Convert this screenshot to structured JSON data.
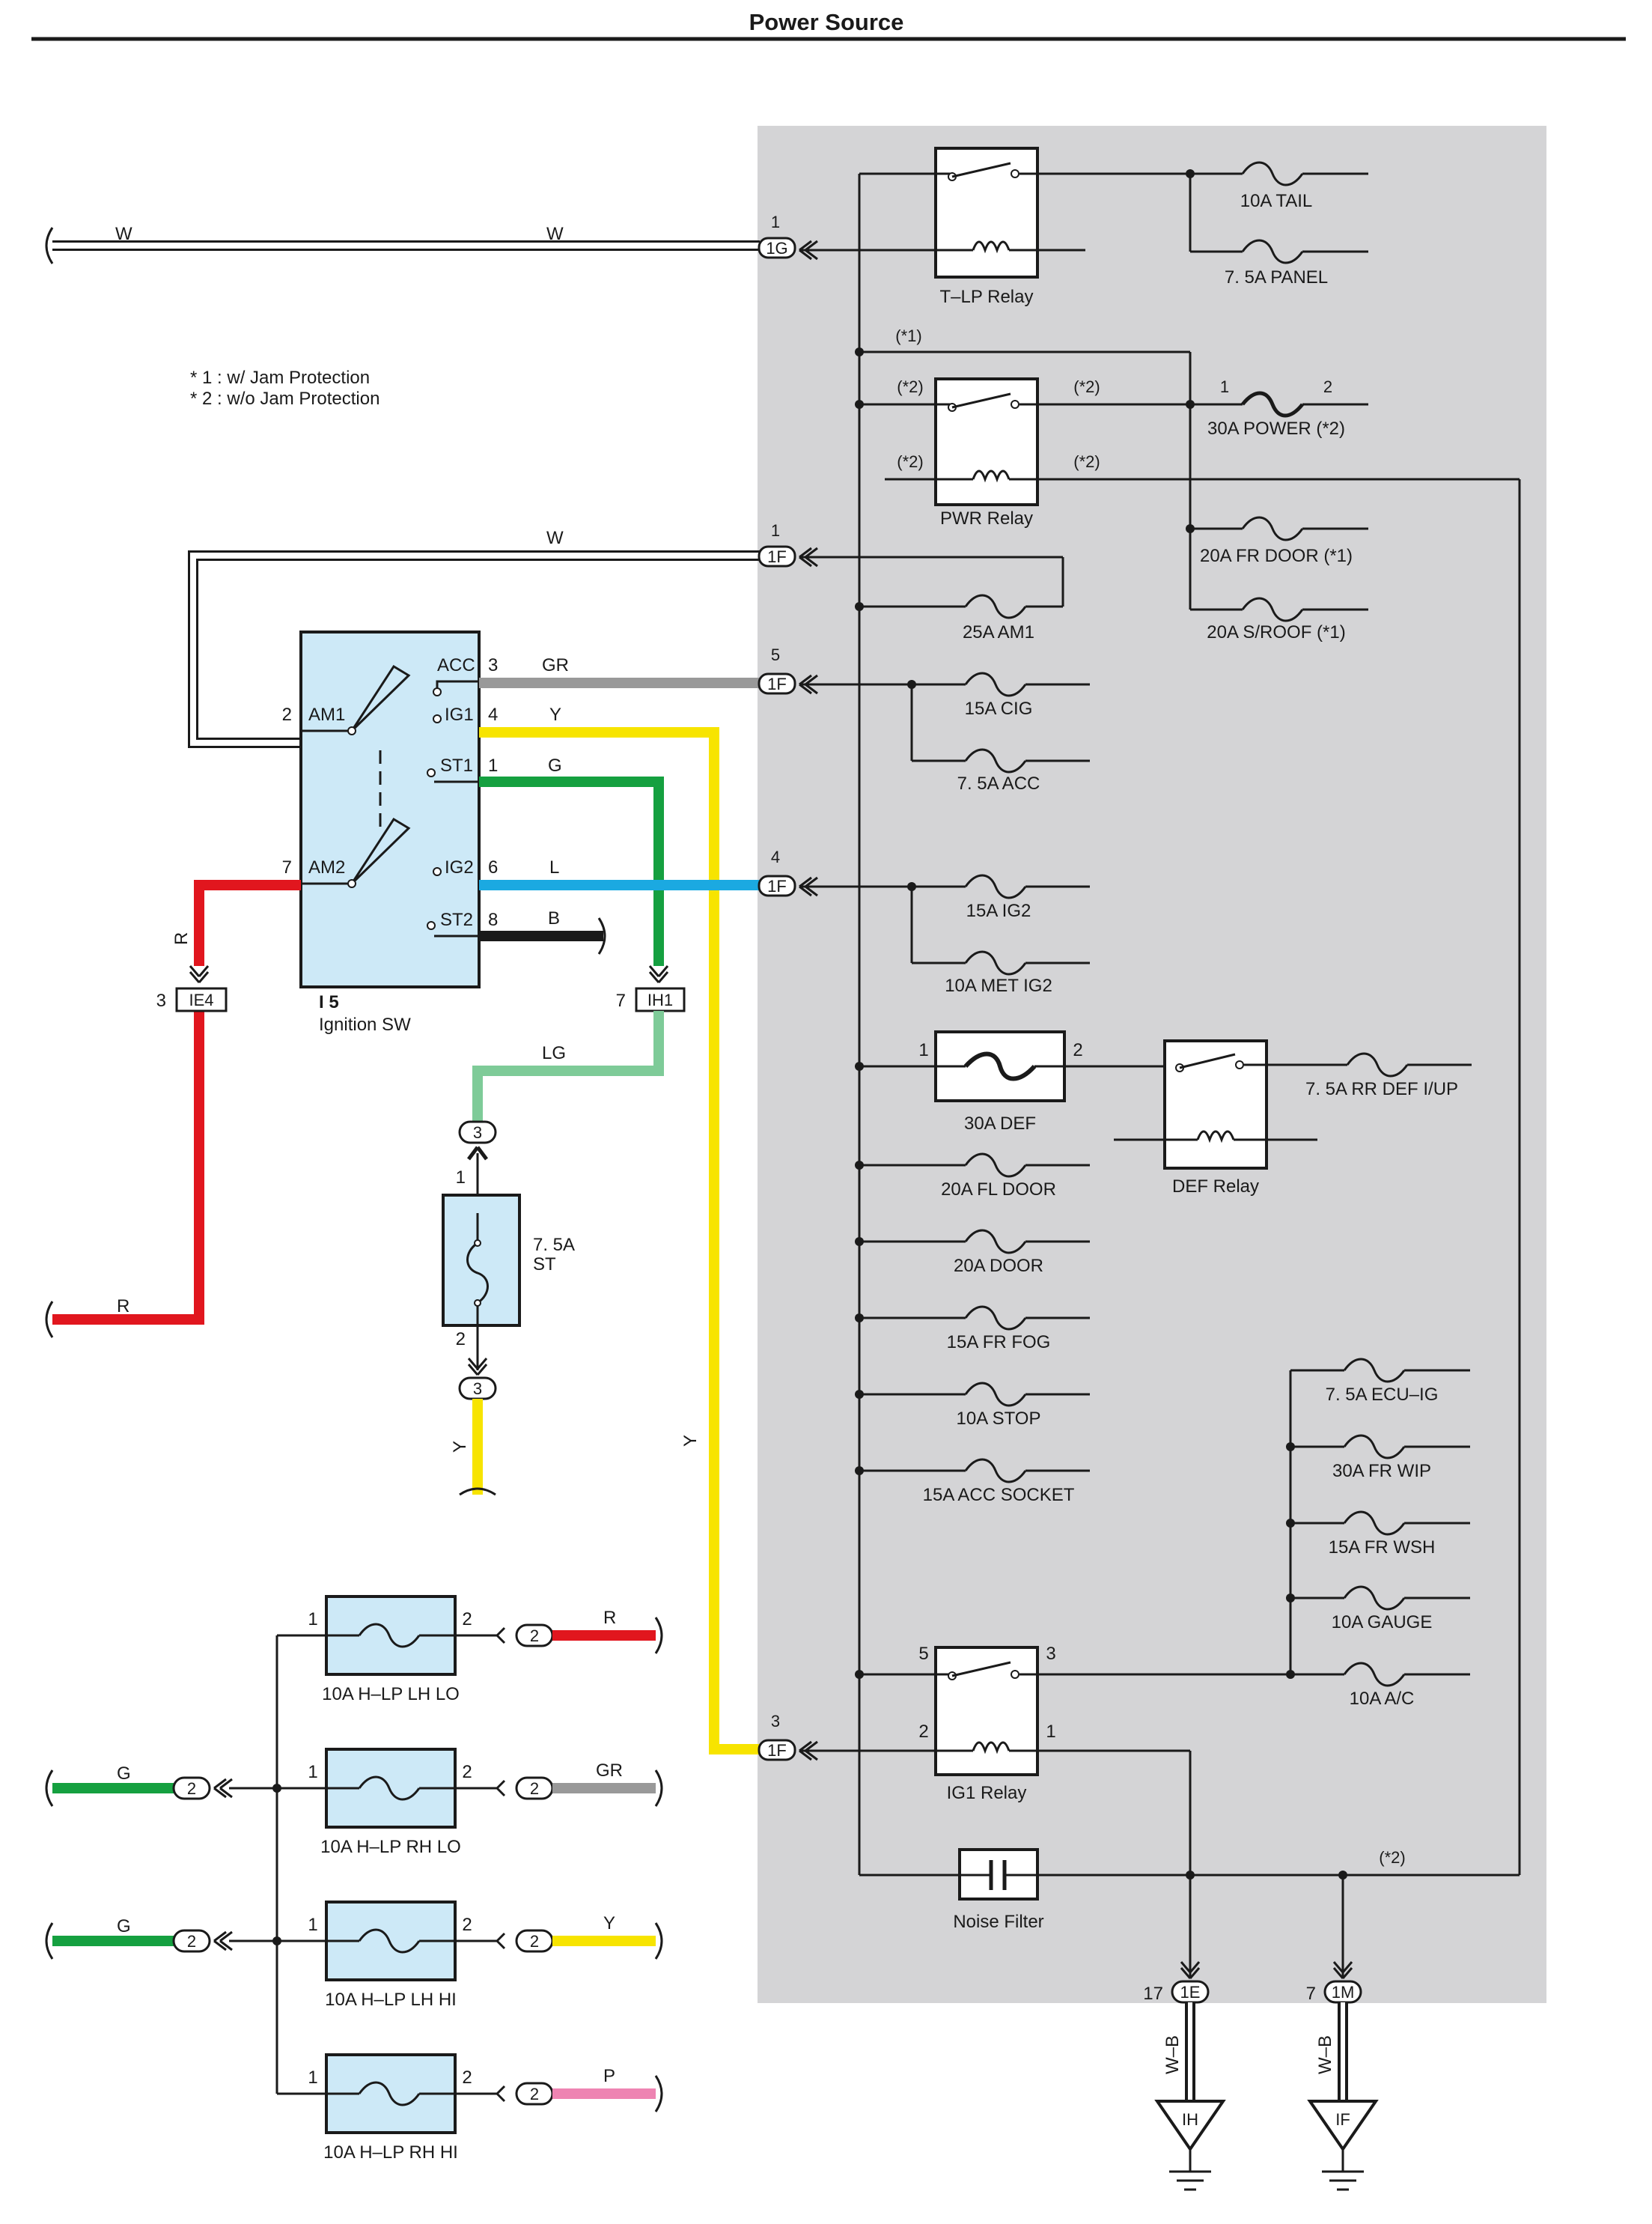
{
  "title": "Power Source",
  "notes": [
    "* 1 : w/ Jam Protection",
    "* 2 : w/o Jam Protection"
  ],
  "colors": {
    "W": "#ffffff",
    "GR": "#999999",
    "Y": "#f7e400",
    "G": "#15a040",
    "L": "#1ba9e1",
    "B": "#1a1a1a",
    "R": "#e1161e",
    "LG": "#7ecb98",
    "P": "#ee84b2",
    "panel": "#d4d4d6",
    "component": "#cde9f7"
  },
  "wire_labels": {
    "w1": "W",
    "w2": "W",
    "w3": "W",
    "gr": "GR",
    "y1": "Y",
    "g1": "G",
    "l1": "L",
    "b1": "B",
    "r1": "R",
    "r2": "R",
    "lg": "LG",
    "y2": "Y",
    "y3": "Y",
    "hl_r": "R",
    "hl_g1": "G",
    "hl_gr": "GR",
    "hl_g2": "G",
    "hl_y": "Y",
    "hl_p": "P",
    "wb1": "W–B",
    "wb2": "W–B"
  },
  "connectors": {
    "c1G": "1G",
    "c1F_1": "1F",
    "c1F_5": "1F",
    "c1F_4": "1F",
    "c1F_3": "1F",
    "c1E": "1E",
    "c1M": "1M",
    "ie4": "IE4",
    "ih1": "IH1",
    "pin3a": "3",
    "pin3b": "3",
    "hl1": "2",
    "hl2": "2",
    "hl3": "2",
    "hl4": "2",
    "hl5": "2",
    "hl6": "2"
  },
  "pins": {
    "c1G": "1",
    "c1F_1": "1",
    "c1F_5": "5",
    "c1F_4": "4",
    "c1F_3": "3",
    "c1E": "17",
    "c1M": "7",
    "ie4": "3",
    "ih1": "7",
    "sw_acc": "3",
    "sw_ig1": "4",
    "sw_st1": "1",
    "sw_ig2": "6",
    "sw_st2": "8",
    "sw_am1": "2",
    "sw_am2": "7",
    "st_top": "1",
    "st_bot": "2",
    "def_1": "1",
    "def_2": "2",
    "pwr_1": "1",
    "pwr_2": "2",
    "ig1_5": "5",
    "ig1_3": "3",
    "ig1_2": "2",
    "ig1_1": "1",
    "lhlo_1": "1",
    "lhlo_2": "2",
    "rhlo_1": "1",
    "rhlo_2": "2",
    "lhhi_1": "1",
    "lhhi_2": "2",
    "rhhi_1": "1",
    "rhhi_2": "2"
  },
  "switch": {
    "id": "I 5",
    "name": "Ignition SW",
    "acc": "ACC",
    "ig1": "IG1",
    "st1": "ST1",
    "ig2": "IG2",
    "st2": "ST2",
    "am1": "AM1",
    "am2": "AM2"
  },
  "st_fuse": {
    "line1": "7. 5A",
    "line2": "ST"
  },
  "relays": {
    "tlp": "T–LP Relay",
    "pwr": "PWR Relay",
    "def": "DEF Relay",
    "ig1": "IG1 Relay",
    "noise": "Noise Filter"
  },
  "fuses": {
    "tail": "10A TAIL",
    "panel": "7. 5A PANEL",
    "power": "30A POWER (*2)",
    "frdoor": "20A FR DOOR (*1)",
    "sroof": "20A S/ROOF (*1)",
    "am1": "25A AM1",
    "cig": "15A CIG",
    "acc": "7. 5A ACC",
    "ig2": "15A IG2",
    "metig2": "10A MET IG2",
    "def": "30A DEF",
    "rrdef": "7. 5A RR DEF I/UP",
    "fldoor": "20A FL DOOR",
    "door": "20A DOOR",
    "frfog": "15A FR FOG",
    "stop": "10A STOP",
    "accsocket": "15A ACC SOCKET",
    "ecuig": "7. 5A ECU–IG",
    "frwip": "30A FR WIP",
    "frwsh": "15A FR WSH",
    "gauge": "10A GAUGE",
    "ac": "10A A/C",
    "lhlo": "10A H–LP LH LO",
    "rhlo": "10A H–LP RH LO",
    "lhhi": "10A H–LP LH HI",
    "rhhi": "10A H–LP RH HI"
  },
  "marks": {
    "m1": "(*1)",
    "m2a": "(*2)",
    "m2b": "(*2)",
    "m2c": "(*2)",
    "m2d": "(*2)",
    "m2e": "(*2)"
  },
  "grounds": {
    "ih": "IH",
    "if": "IF"
  }
}
